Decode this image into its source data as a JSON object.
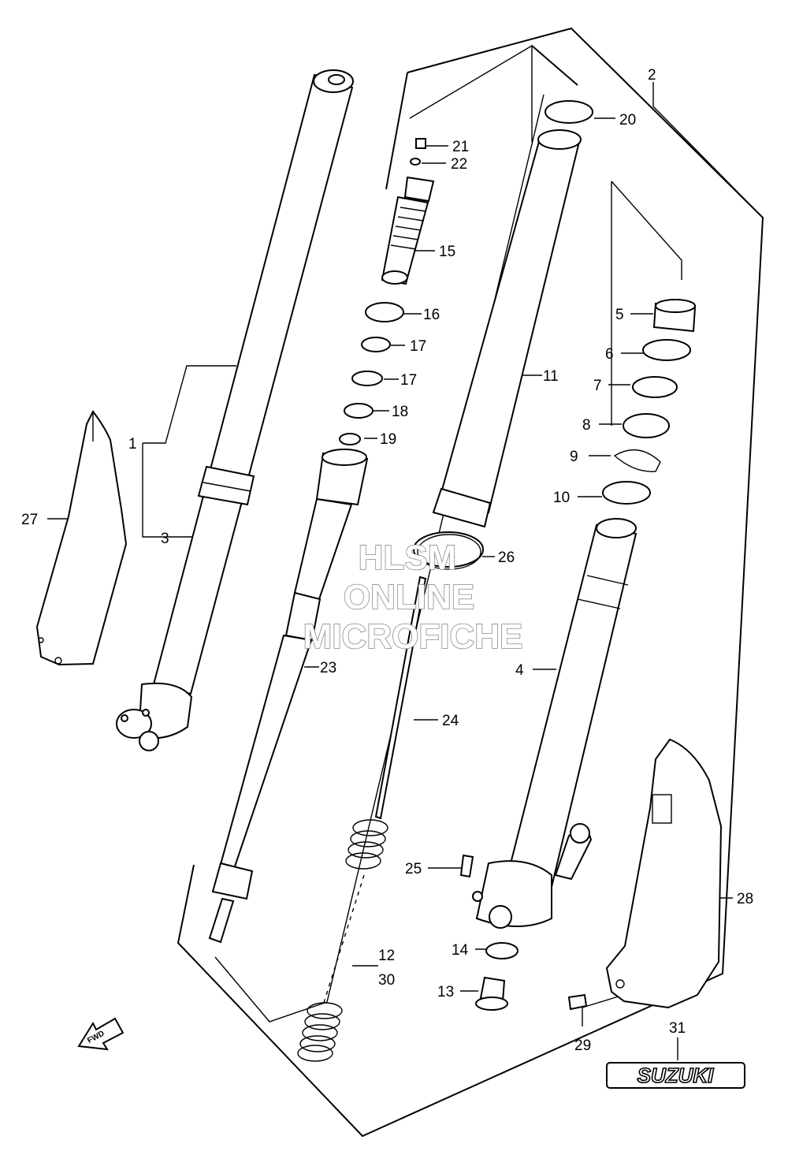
{
  "callouts": [
    "1",
    "2",
    "3",
    "4",
    "5",
    "6",
    "7",
    "8",
    "9",
    "10",
    "11",
    "12",
    "30",
    "13",
    "14",
    "15",
    "16",
    "17",
    "17",
    "18",
    "19",
    "20",
    "21",
    "22",
    "23",
    "24",
    "25",
    "26",
    "27",
    "28",
    "29",
    "31"
  ],
  "watermark": {
    "line1": "HLSM",
    "line2": "ONLINE",
    "line3": "MICROFICHE"
  },
  "fwd_label": "FWD",
  "brand_logo": "SUZUKI",
  "colors": {
    "ink": "#000000",
    "background": "#ffffff",
    "watermark_outline": "#8a8a8a"
  }
}
